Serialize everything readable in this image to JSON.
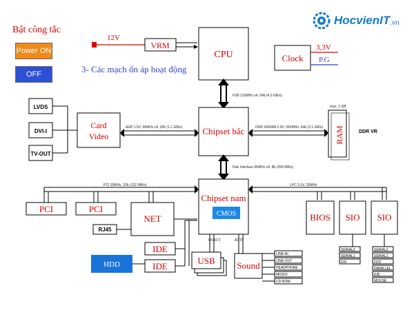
{
  "panel": {
    "title": "Bật công tắc",
    "power_on": "Power ON",
    "off": "OFF"
  },
  "heading": "3- Các mạch ổn áp hoạt động",
  "logo": {
    "text": "HocvienIT",
    "suffix": ".vn"
  },
  "blocks": {
    "vrm": "VRM",
    "cpu": "CPU",
    "clock": "Clock",
    "chipset_bac": "Chipset bắc",
    "card_video_1": "Card",
    "card_video_2": "Video",
    "ram": "RAM",
    "chipset_nam": "Chipset nam",
    "cmos": "CMOS",
    "pci1": "PCI",
    "pci2": "PCI",
    "net": "NET",
    "ide1": "IDE",
    "ide2": "IDE",
    "hdd": "HDD",
    "usb": "USB",
    "sound": "Sound",
    "bios": "BIOS",
    "sio1": "SIO",
    "sio2": "SIO",
    "rj45": "RJ45"
  },
  "labels": {
    "v12": "12V",
    "v33": "3,3V",
    "pg": "P.G",
    "fsb": "FSB 133MHz x4, 64b (4.3 GB/s)",
    "agp": "AGP 1.5V, 66MHz x4, 32b (1.1 GB/s)",
    "ddr": "DDR SDRAM 2.5V, 266MHz, 64b (2.1 GB/s)",
    "hub": "Hub Interface 66MHz x4, 8b (266 MB/s)",
    "pci_bus": "PCI 33MHz, 32b (132 MB/s)",
    "lpc": "LPC 3.3V, 33MHz",
    "lvds": "LVDS",
    "dvi": "DVI-I",
    "tvout": "TV-OUT",
    "ddrvr": "DDR VR",
    "max2gb": "max. 2 GB",
    "usb20": "USB2.0",
    "ac97": "AC'97",
    "line_in": "LINE-IN",
    "line_out": "LINE-OUT",
    "headphone": "HEADPHONE",
    "micro": "MICRO",
    "cdrom": "CD-ROM",
    "serial1": "SERIAL2",
    "serial2": "SERIAL1",
    "fir": "FIR",
    "s_serial2": "SERIAL2",
    "s_serial1": "SERIAL1",
    "fdd": "FDD",
    "parallel": "PARALLEL",
    "kb": "K/B",
    "mouse": "MOUSE"
  },
  "colors": {
    "red": "#d40000",
    "power_on_bg": "#f28a1a",
    "off_bg": "#2e4fd6",
    "cmos_bg": "#1e88e5",
    "hdd_bg": "#1a73d9",
    "logo_blue": "#1479d0"
  }
}
